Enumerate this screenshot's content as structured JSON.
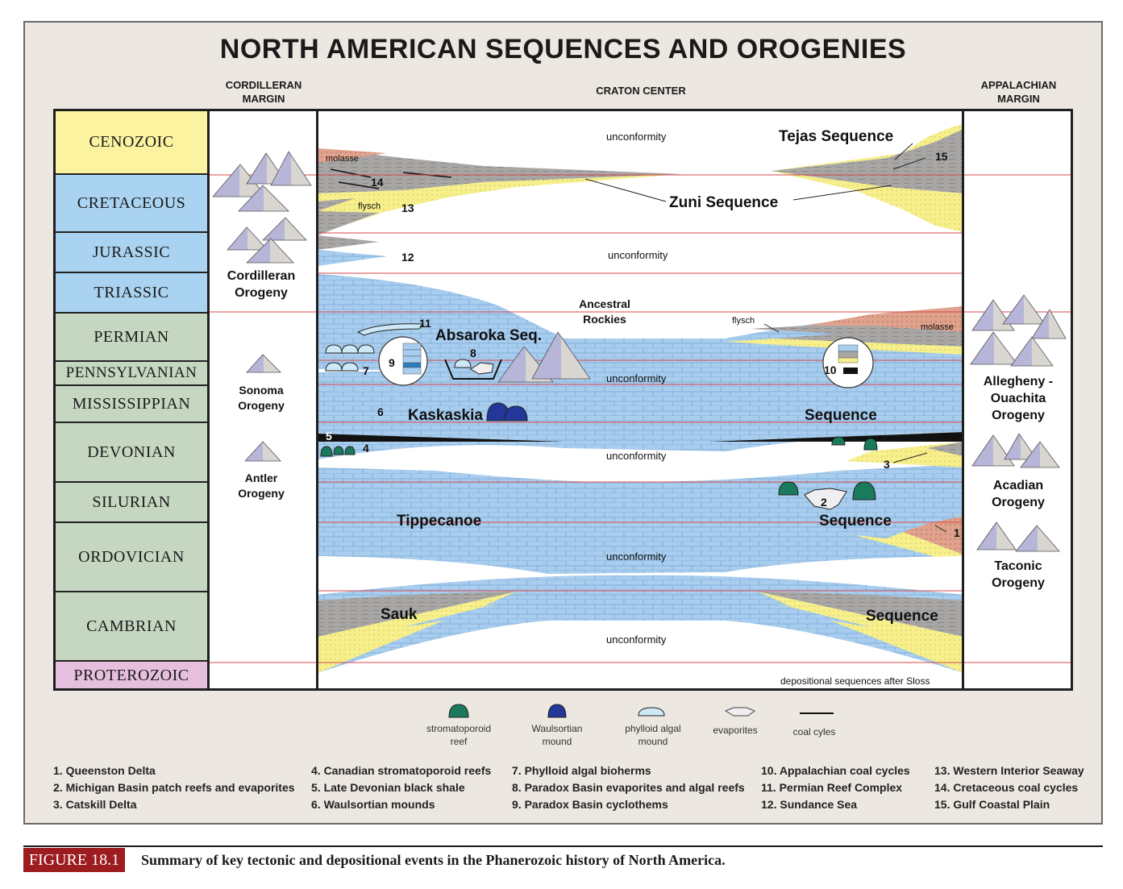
{
  "title": "NORTH AMERICAN SEQUENCES AND OROGENIES",
  "headers": {
    "cordilleran": "CORDILLERAN\nMARGIN",
    "craton": "CRATON CENTER",
    "appalachian": "APPALACHIAN\nMARGIN"
  },
  "periods": [
    {
      "name": "CENOZOIC",
      "color": "#fbf3a0"
    },
    {
      "name": "CRETACEOUS",
      "color": "#a9d3f1"
    },
    {
      "name": "JURASSIC",
      "color": "#a9d3f1"
    },
    {
      "name": "TRIASSIC",
      "color": "#a9d3f1"
    },
    {
      "name": "PERMIAN",
      "color": "#c5d7c0"
    },
    {
      "name": "PENNSYLVANIAN",
      "color": "#c5d7c0"
    },
    {
      "name": "MISSISSIPPIAN",
      "color": "#c5d7c0"
    },
    {
      "name": "DEVONIAN",
      "color": "#c5d7c0"
    },
    {
      "name": "SILURIAN",
      "color": "#c5d7c0"
    },
    {
      "name": "ORDOVICIAN",
      "color": "#c5d7c0"
    },
    {
      "name": "CAMBRIAN",
      "color": "#c5d7c0"
    },
    {
      "name": "PROTEROZOIC",
      "color": "#e6bfdf"
    }
  ],
  "orogenies": {
    "cordilleran": "Cordilleran\nOrogeny",
    "sonoma": "Sonoma\nOrogeny",
    "antler": "Antler\nOrogeny",
    "allegheny": "Allegheny -\nOuachita\nOrogeny",
    "acadian": "Acadian\nOrogeny",
    "taconic": "Taconic\nOrogeny"
  },
  "sequences": {
    "tejas": "Tejas Sequence",
    "zuni": "Zuni Sequence",
    "absaroka": "Absaroka Seq.",
    "kaskaskia": "Kaskaskia",
    "kaskaskia_seq": "Sequence",
    "tippecanoe": "Tippecanoe",
    "tippecanoe_seq": "Sequence",
    "sauk": "Sauk",
    "sauk_seq": "Sequence"
  },
  "diagram_labels": {
    "unconformity": "unconformity",
    "molasse": "molasse",
    "flysch": "flysch",
    "ancestral_rockies": "Ancestral\nRockies",
    "sloss_note": "depositional sequences after Sloss"
  },
  "event_numbers": [
    "1",
    "2",
    "3",
    "4",
    "5",
    "6",
    "7",
    "8",
    "9",
    "10",
    "11",
    "12",
    "13",
    "14",
    "15"
  ],
  "legend": [
    {
      "icon": "stromatoporoid-reef-icon",
      "label": "stromatoporoid\nreef",
      "color": "#1a7a5c"
    },
    {
      "icon": "waulsortian-mound-icon",
      "label": "Waulsortian\nmound",
      "color": "#23379a"
    },
    {
      "icon": "phylloid-algal-mound-icon",
      "label": "phylloid algal\nmound",
      "color": "#cde8f6"
    },
    {
      "icon": "evaporites-icon",
      "label": "evaporites",
      "color": "#f1eef2"
    },
    {
      "icon": "coal-cycles-icon",
      "label": "coal cyles",
      "color": "#111111"
    }
  ],
  "footnotes": [
    [
      "1. Queenston Delta",
      "2. Michigan Basin patch reefs and evaporites",
      "3. Catskill Delta"
    ],
    [
      "4. Canadian stromatoporoid reefs",
      "5. Late Devonian black shale",
      "6. Waulsortian mounds"
    ],
    [
      "7. Phylloid algal bioherms",
      "8. Paradox Basin evaporites and algal reefs",
      "9. Paradox Basin cyclothems"
    ],
    [
      "10. Appalachian coal cycles",
      "11. Permian Reef Complex",
      "12. Sundance Sea"
    ],
    [
      "13. Western Interior Seaway",
      "14. Cretaceous coal cycles",
      "15. Gulf Coastal Plain"
    ]
  ],
  "figure": {
    "label": "FIGURE 18.1",
    "caption": "Summary of key tectonic and depositional events in the Phanerozoic history of North America."
  },
  "colors": {
    "limestone": "#a8cdee",
    "sand": "#f6ef8c",
    "shale": "#a8a6a4",
    "molasse": "#e0a28c",
    "boundary": "#d9474b",
    "panel": "#ece7e0"
  }
}
